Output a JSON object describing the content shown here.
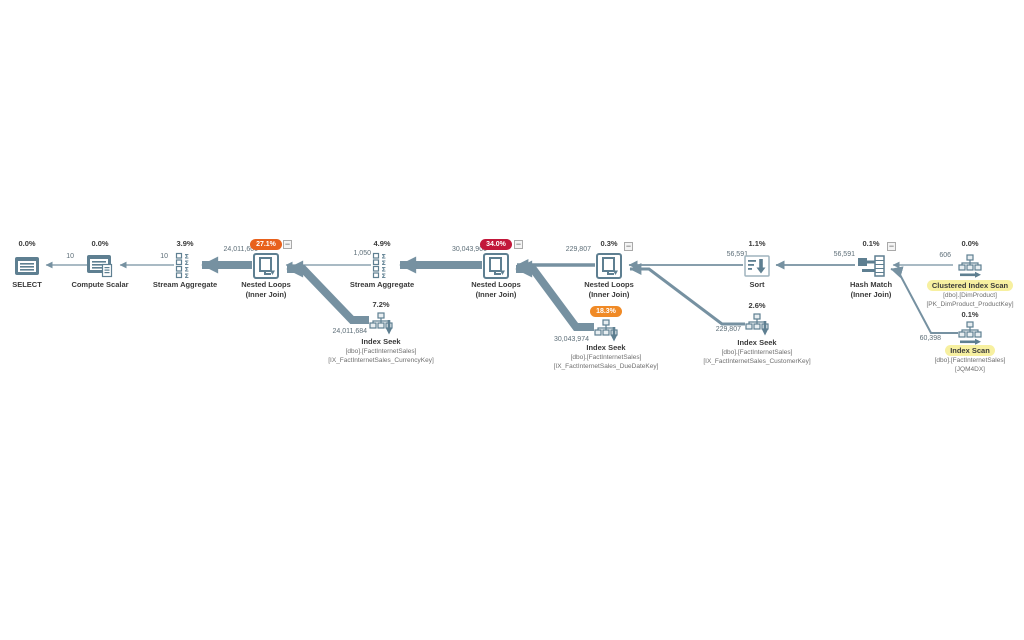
{
  "app": {
    "name": "query-execution-plan"
  },
  "colors": {
    "edge": "#7691a1",
    "icon_slate": "#5e7f91",
    "badge_orange": "#e8611c",
    "badge_red": "#c2173a",
    "badge_light_orange": "#f08a26",
    "highlight_yellow": "#f7f0a0"
  },
  "ui": {
    "collapse_glyph": "−"
  },
  "diagram": {
    "nodes": [
      {
        "id": "select",
        "pct": "0.0%",
        "label": "SELECT"
      },
      {
        "id": "compute-scalar",
        "pct": "0.0%",
        "label": "Compute Scalar"
      },
      {
        "id": "stream-aggregate-1",
        "pct": "3.9%",
        "label": "Stream Aggregate"
      },
      {
        "id": "nested-loops-1",
        "pct": "27.1%",
        "label": "Nested Loops",
        "sublabel": "(Inner Join)",
        "badge_color": "#e8611c"
      },
      {
        "id": "stream-aggregate-2",
        "pct": "4.9%",
        "label": "Stream Aggregate"
      },
      {
        "id": "nested-loops-2",
        "pct": "34.0%",
        "label": "Nested Loops",
        "sublabel": "(Inner Join)",
        "badge_color": "#c2173a"
      },
      {
        "id": "nested-loops-3",
        "pct": "0.3%",
        "label": "Nested Loops",
        "sublabel": "(Inner Join)"
      },
      {
        "id": "sort",
        "pct": "1.1%",
        "label": "Sort"
      },
      {
        "id": "hash-match",
        "pct": "0.1%",
        "label": "Hash Match",
        "sublabel": "(Inner Join)"
      },
      {
        "id": "clustered-index-scan",
        "pct": "0.0%",
        "label": "Clustered Index Scan",
        "object": "[dbo].[DimProduct]",
        "index": "[PK_DimProduct_ProductKey]",
        "highlight_color": "#f7f0a0"
      },
      {
        "id": "index-seek-1",
        "pct": "7.2%",
        "label": "Index Seek",
        "object": "[dbo].[FactInternetSales]",
        "index": "[IX_FactInternetSales_CurrencyKey]"
      },
      {
        "id": "index-seek-2",
        "pct": "18.3%",
        "label": "Index Seek",
        "object": "[dbo].[FactInternetSales]",
        "index": "[IX_FactInternetSales_DueDateKey]",
        "badge_color": "#f08a26"
      },
      {
        "id": "index-seek-3",
        "pct": "2.6%",
        "label": "Index Seek",
        "object": "[dbo].[FactInternetSales]",
        "index": "[IX_FactInternetSales_CustomerKey]"
      },
      {
        "id": "index-scan",
        "pct": "0.1%",
        "label": "Index Scan",
        "object": "[dbo].[FactInternetSales]",
        "index": "[JQM4DX]",
        "highlight_color": "#f7f0a0"
      }
    ],
    "edges": [
      {
        "from": "compute-scalar",
        "to": "select",
        "rows": "10"
      },
      {
        "from": "stream-aggregate-1",
        "to": "compute-scalar",
        "rows": "10"
      },
      {
        "from": "nested-loops-1",
        "to": "stream-aggregate-1",
        "rows": "24,011,600"
      },
      {
        "from": "stream-aggregate-2",
        "to": "nested-loops-1",
        "rows": "1,050"
      },
      {
        "from": "nested-loops-2",
        "to": "stream-aggregate-2",
        "rows": "30,043,900"
      },
      {
        "from": "nested-loops-3",
        "to": "nested-loops-2",
        "rows": "229,807"
      },
      {
        "from": "sort",
        "to": "nested-loops-3",
        "rows": "56,591"
      },
      {
        "from": "hash-match",
        "to": "sort",
        "rows": "56,591"
      },
      {
        "from": "clustered-index-scan",
        "to": "hash-match",
        "rows": "606"
      },
      {
        "from": "index-seek-1",
        "to": "nested-loops-1",
        "rows": "24,011,684"
      },
      {
        "from": "index-seek-2",
        "to": "nested-loops-2",
        "rows": "30,043,974"
      },
      {
        "from": "index-seek-3",
        "to": "nested-loops-3",
        "rows": "229,807"
      },
      {
        "from": "index-scan",
        "to": "hash-match",
        "rows": "60,398"
      }
    ]
  }
}
